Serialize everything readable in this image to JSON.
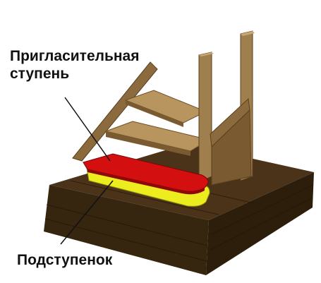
{
  "labels": {
    "invitation_step_line1": "Пригласительная",
    "invitation_step_line2": "ступень",
    "riser": "Подступенок"
  },
  "colors": {
    "wood": "#8b6a3e",
    "wood_light": "#b8945f",
    "wood_dark": "#6e4f27",
    "platform_top": "#4a3318",
    "platform_side": "#36250f",
    "tread_red": "#d40f0f",
    "riser_yellow": "#ecec1f",
    "text": "#111111"
  }
}
